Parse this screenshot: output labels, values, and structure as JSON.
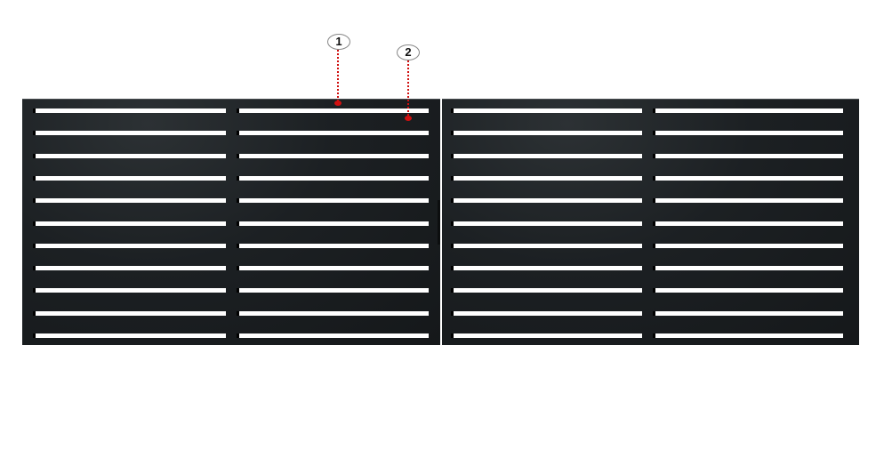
{
  "callouts": [
    {
      "label": "1"
    },
    {
      "label": "2"
    }
  ],
  "gate": {
    "panels": 2,
    "slat_rows": 11,
    "slat_columns_per_panel": 2,
    "color": "#1c2023",
    "marker_color": "#d01010"
  }
}
